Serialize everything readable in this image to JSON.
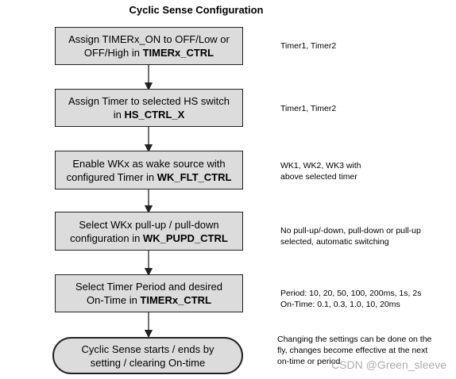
{
  "title": "Cyclic Sense Configuration",
  "steps": [
    {
      "line1": "Assign TIMERx_ON to OFF/Low or",
      "line2_prefix": "OFF/High in ",
      "line2_bold": "TIMERx_CTRL",
      "note": [
        "Timer1, Timer2"
      ]
    },
    {
      "line1": "Assign Timer to selected HS switch",
      "line2_prefix": "in ",
      "line2_bold": "HS_CTRL_X",
      "note": [
        "Timer1, Timer2"
      ]
    },
    {
      "line1": "Enable WKx as wake source with",
      "line2_prefix": "configured Timer in ",
      "line2_bold": "WK_FLT_CTRL",
      "note": [
        "WK1, WK2, WK3 with",
        "above selected timer"
      ]
    },
    {
      "line1": "Select WKx pull-up / pull-down",
      "line2_prefix": "configuration in ",
      "line2_bold": "WK_PUPD_CTRL",
      "note": [
        "No pull-up/-down, pull-down or pull-up",
        "selected, automatic switching"
      ]
    },
    {
      "line1": "Select Timer Period and desired",
      "line2_prefix": "On-Time in ",
      "line2_bold": "TIMERx_CTRL",
      "note": [
        "Period: 10, 20, 50, 100, 200ms, 1s, 2s",
        "On-Time: 0.1, 0.3, 1.0, 10, 20ms"
      ]
    }
  ],
  "terminal": {
    "line1": "Cyclic Sense starts / ends by",
    "line2": "setting / clearing On-time",
    "note": [
      "Changing the settings can be done on the",
      "fly, changes become effective at the next",
      "on-time or period"
    ]
  },
  "watermark": "CSDN @Green_sleeve"
}
